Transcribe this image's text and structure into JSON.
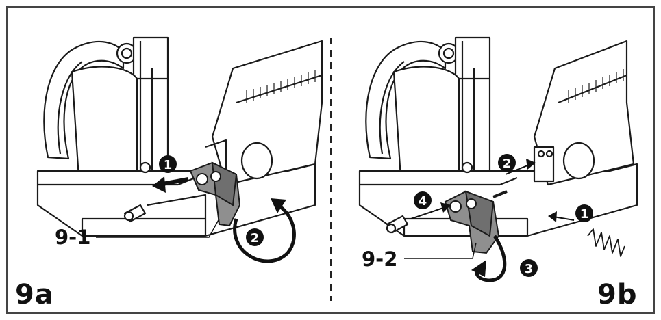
{
  "panels": {
    "left": {
      "figure_label": "9a",
      "part_label": "9-1",
      "steps": [
        "1",
        "2"
      ]
    },
    "right": {
      "figure_label": "9b",
      "part_label": "9-2",
      "steps": [
        "1",
        "2",
        "3",
        "4"
      ]
    }
  },
  "colors": {
    "line": "#1a1a1a",
    "fill": "#ffffff",
    "part_fill": "#8f8f8f",
    "part_shade": "#6f6f6f",
    "badge": "#111111"
  }
}
